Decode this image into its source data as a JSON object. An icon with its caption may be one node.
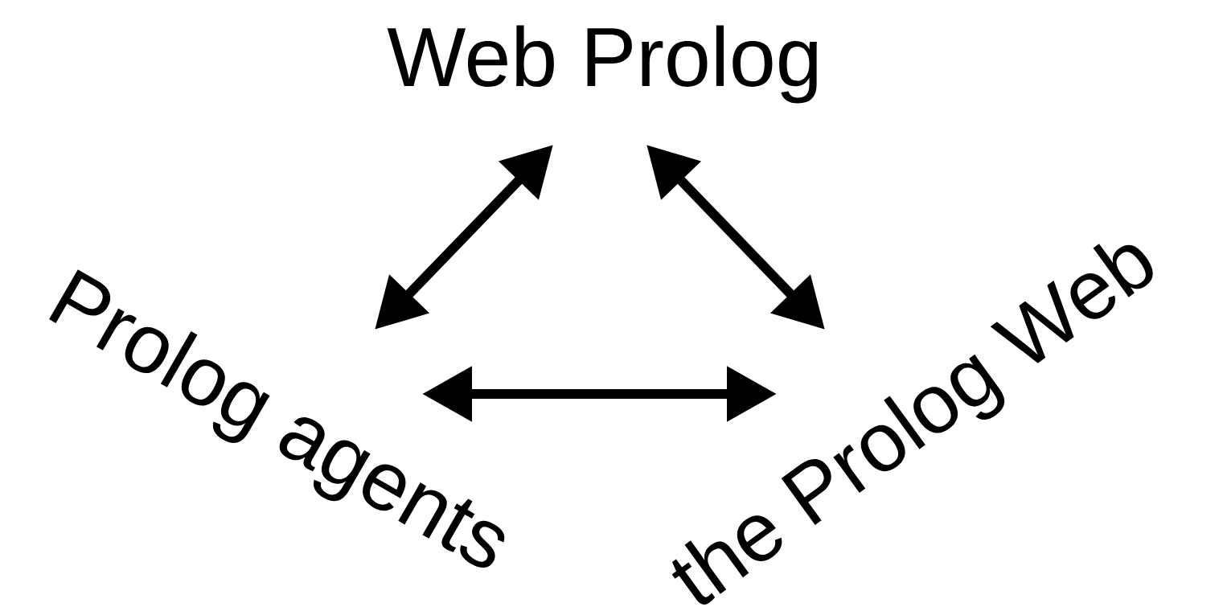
{
  "diagram": {
    "nodes": [
      {
        "text": [
          "Web Prolog"
        ]
      },
      {
        "text": [
          "Prolog agents"
        ]
      },
      {
        "text": [
          "the Prolog Web"
        ]
      }
    ],
    "edges": [
      {
        "from": 0,
        "to": 1,
        "arrow": "both"
      },
      {
        "from": 0,
        "to": 2,
        "arrow": "both"
      },
      {
        "from": 1,
        "to": 2,
        "arrow": "both"
      }
    ]
  }
}
